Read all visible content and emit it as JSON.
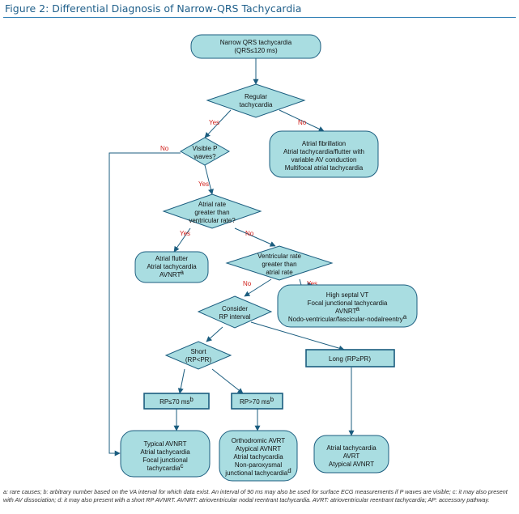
{
  "title": "Figure 2: Differential Diagnosis of Narrow-QRS Tachycardia",
  "colors": {
    "fill": "#a9dde1",
    "stroke": "#1b5d7f",
    "yes_no": "#d0211c",
    "title": "#1f5f8a"
  },
  "nodes": {
    "start": [
      "Narrow QRS tachycardia",
      "(QRS≤120 ms)"
    ],
    "regular": [
      "Regular",
      "tachycardia"
    ],
    "irregular": [
      "Atrial fibrillation",
      "Atrial tachycardia/flutter with",
      "variable AV conduction",
      "Multifocal atrial tachycardia"
    ],
    "visible_p": [
      "Visible P",
      "waves?"
    ],
    "atrial_rate": [
      "Atrial rate",
      "greater than",
      "ventricular rate?"
    ],
    "flutter": [
      "Atrial flutter",
      "Atrial tachycardia",
      "AVNRT"
    ],
    "vent_rate": [
      "Ventricular rate",
      "greater than",
      "atrial rate"
    ],
    "high_septal": [
      "High septal VT",
      "Focal junctional tachycardia",
      "AVNRT",
      "Nodo-ventricular/fascicular-nodalreentry"
    ],
    "consider_rp": [
      "Consider",
      "RP interval"
    ],
    "short": [
      "Short",
      "(RP<PR)"
    ],
    "long": "Long (RP≥PR)",
    "rp_le70": "RP≤70 ms",
    "rp_gt70": "RP>70 ms",
    "typical": [
      "Typical AVNRT",
      "Atrial tachycardia",
      "Focal junctional",
      "tachycardia"
    ],
    "orthodromic": [
      "Orthodromic AVRT",
      "Atypical AVNRT",
      "Atrial tachycardia",
      "Non-paroxysmal",
      "junctional tachycardia"
    ],
    "long_result": [
      "Atrial tachycardia",
      "AVRT",
      "Atypical AVNRT"
    ]
  },
  "sup": {
    "a": "a",
    "b": "b",
    "c": "c",
    "d": "d"
  },
  "labels": {
    "yes": "Yes",
    "no": "No"
  },
  "footnote": "a: rare causes; b: arbitrary number based on the VA interval for which data exist. An interval of 90 ms may also be used for surface ECG measurements if P waves are visible; c: it may also present with AV dissociation; d: it may also present with a short RP AVNRT. AVNRT: atrioventricular nodal reentrant tachycardia. AVRT: atrioventricular reentrant tachycardia; AP: accessory pathway."
}
